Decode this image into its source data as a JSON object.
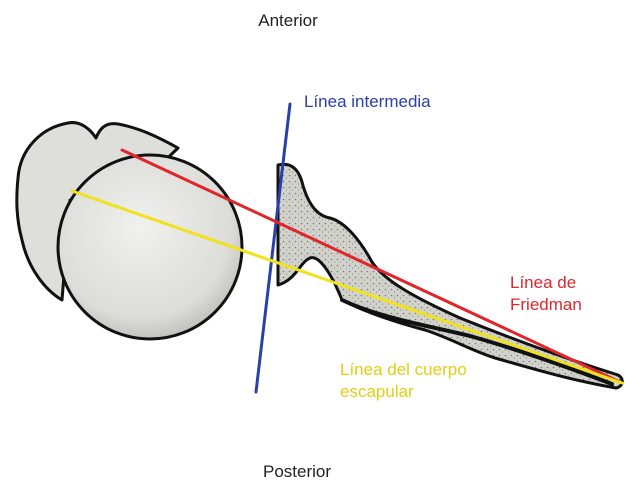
{
  "labels": {
    "top": "Anterior",
    "bottom": "Posterior",
    "intermediate_line": "Línea intermedia",
    "friedman_line": [
      "Línea de",
      "Friedman"
    ],
    "scapular_body_line": [
      "Línea del cuerpo",
      "escapular"
    ]
  },
  "colors": {
    "intermediate_line": "#2b3fa8",
    "friedman_line": "#e0252b",
    "scapular_body_line": "#f2e21a",
    "label_text": "#222222",
    "bone_fill": "#e6e6e2",
    "outline": "#111111"
  }
}
